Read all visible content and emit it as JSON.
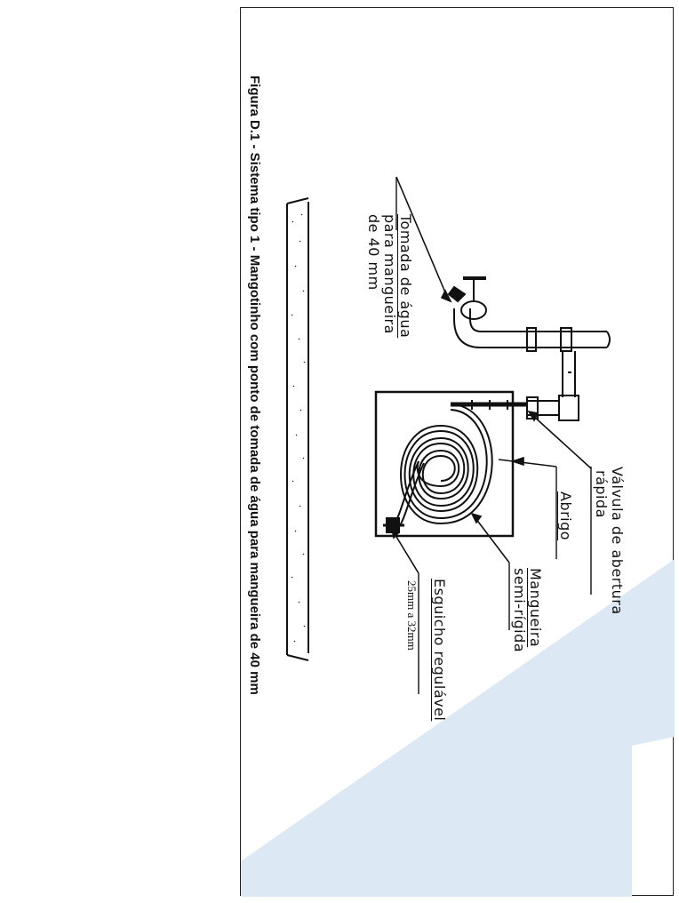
{
  "figure": {
    "caption": "Figura D.1 - Sistema tipo 1 - Mangotinho com ponto de tomada de água para mangueira de 40 mm"
  },
  "labels": {
    "water_outlet": [
      "Tomada de água",
      "para mangueira",
      "de 40 mm"
    ],
    "valve": [
      "Válvula de abertura",
      "rápida"
    ],
    "shelter": "Abrigo",
    "hose": [
      "Mangueira",
      "semi-rígida"
    ],
    "nozzle": "Esguicho regulável",
    "nozzle_size": "25mm a 32mm"
  },
  "colors": {
    "line": "#111111",
    "watermark": "#dce8f4"
  }
}
